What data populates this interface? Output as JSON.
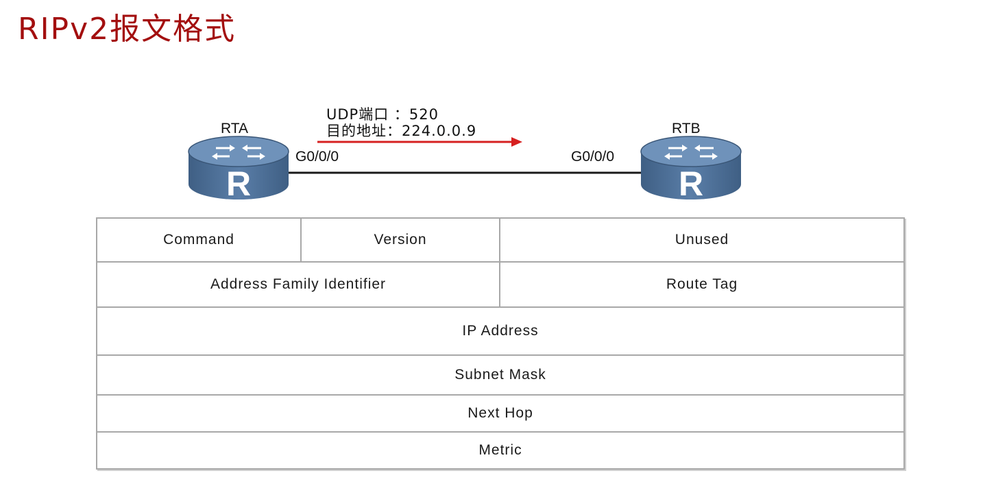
{
  "title": "RIPv2报文格式",
  "topology": {
    "router_a": {
      "name": "RTA",
      "interface": "G0/0/0",
      "glyph": "R"
    },
    "router_b": {
      "name": "RTB",
      "interface": "G0/0/0",
      "glyph": "R"
    },
    "message": {
      "udp_port": "UDP端口 ：520",
      "destination": "目的地址：224.0.0.9"
    },
    "arrow_color": "#d62020",
    "router_color": "#4d6e94"
  },
  "packet_format": {
    "rows": [
      {
        "cells": [
          {
            "text": "Command",
            "bits": 8
          },
          {
            "text": "Version",
            "bits": 8
          },
          {
            "text": "Unused",
            "bits": 16
          }
        ]
      },
      {
        "cells": [
          {
            "text": "Address Family Identifier",
            "bits": 16
          },
          {
            "text": "Route Tag",
            "bits": 16
          }
        ]
      },
      {
        "cells": [
          {
            "text": "IP Address",
            "bits": 32
          }
        ]
      },
      {
        "cells": [
          {
            "text": "Subnet Mask",
            "bits": 32
          }
        ]
      },
      {
        "cells": [
          {
            "text": "Next Hop",
            "bits": 32
          }
        ]
      },
      {
        "cells": [
          {
            "text": "Metric",
            "bits": 32
          }
        ]
      }
    ]
  }
}
